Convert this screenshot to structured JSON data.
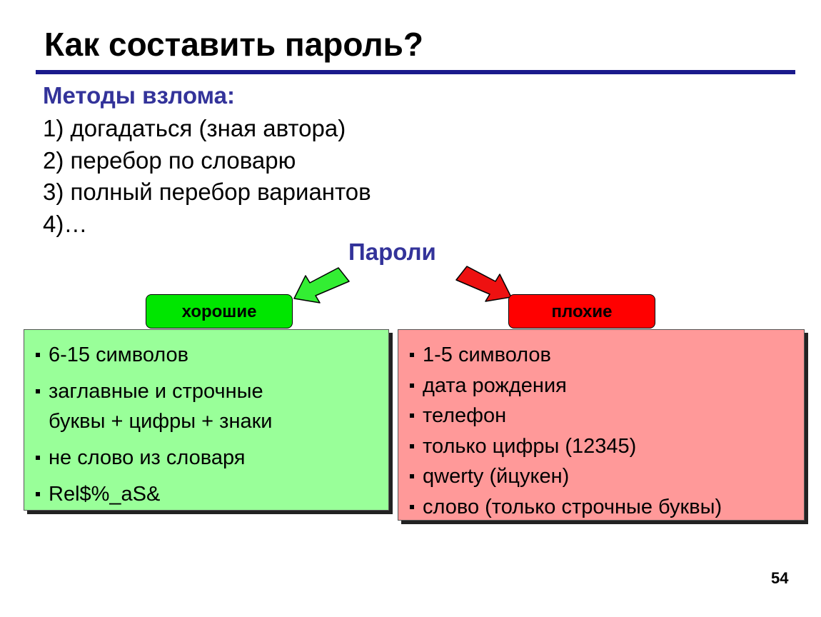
{
  "slide": {
    "title": "Как составить пароль?",
    "page_number": "54"
  },
  "methods": {
    "heading": "Методы взлома:",
    "items": [
      "1) догадаться (зная автора)",
      "2) перебор по словарю",
      "3) полный перебор вариантов",
      "4)…"
    ]
  },
  "passwords": {
    "label": "Пароли",
    "good": {
      "tab_label": "хорошие",
      "items": [
        [
          "6-15 символов"
        ],
        [
          "заглавные и строчные",
          "буквы + цифры + знаки"
        ],
        [
          "не слово из словаря"
        ],
        [
          "Rel$%_aS&"
        ]
      ]
    },
    "bad": {
      "tab_label": "плохие",
      "items": [
        "1-5 символов",
        "дата рождения",
        "телефон",
        "только цифры (12345)",
        "qwerty (йцукен)",
        "слово (только строчные буквы)"
      ]
    }
  },
  "colors": {
    "accent_text": "#33339a",
    "rule": "#1a1a8c",
    "good_tab": "#00e600",
    "good_box": "#99ff99",
    "bad_tab": "#ff0000",
    "bad_box": "#ff9999"
  }
}
